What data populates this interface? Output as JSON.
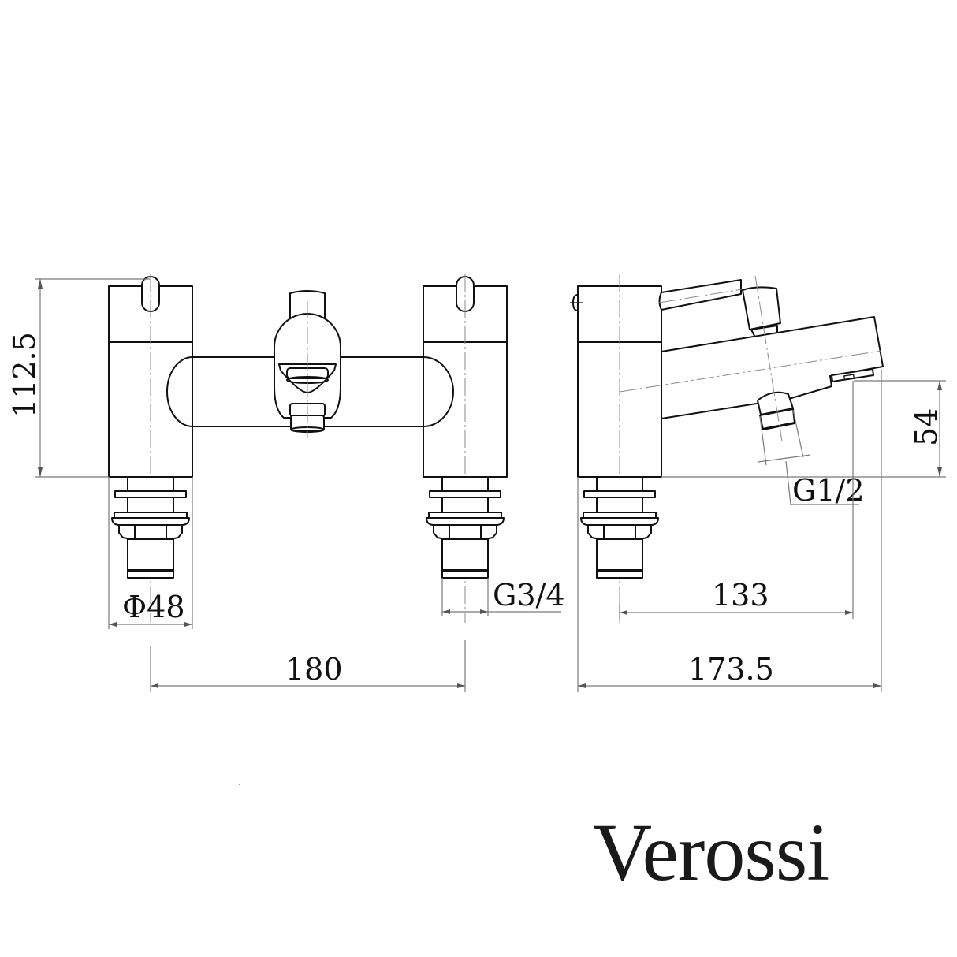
{
  "drawing": {
    "title": "Bath shower mixer technical drawing",
    "views": [
      "front-view",
      "side-view"
    ],
    "line_color": "#111111",
    "dimension_color": "#7a7a7a",
    "centerline_color": "#8a8a8a"
  },
  "dimensions": {
    "height": "112.5",
    "base_diameter": "Φ48",
    "inlet_thread": "G3/4",
    "centers_width": "180",
    "outlet_thread": "G1/2",
    "spout_height": "54",
    "spout_reach": "133",
    "overall_depth": "173.5"
  },
  "brand": {
    "name": "Verossi"
  }
}
